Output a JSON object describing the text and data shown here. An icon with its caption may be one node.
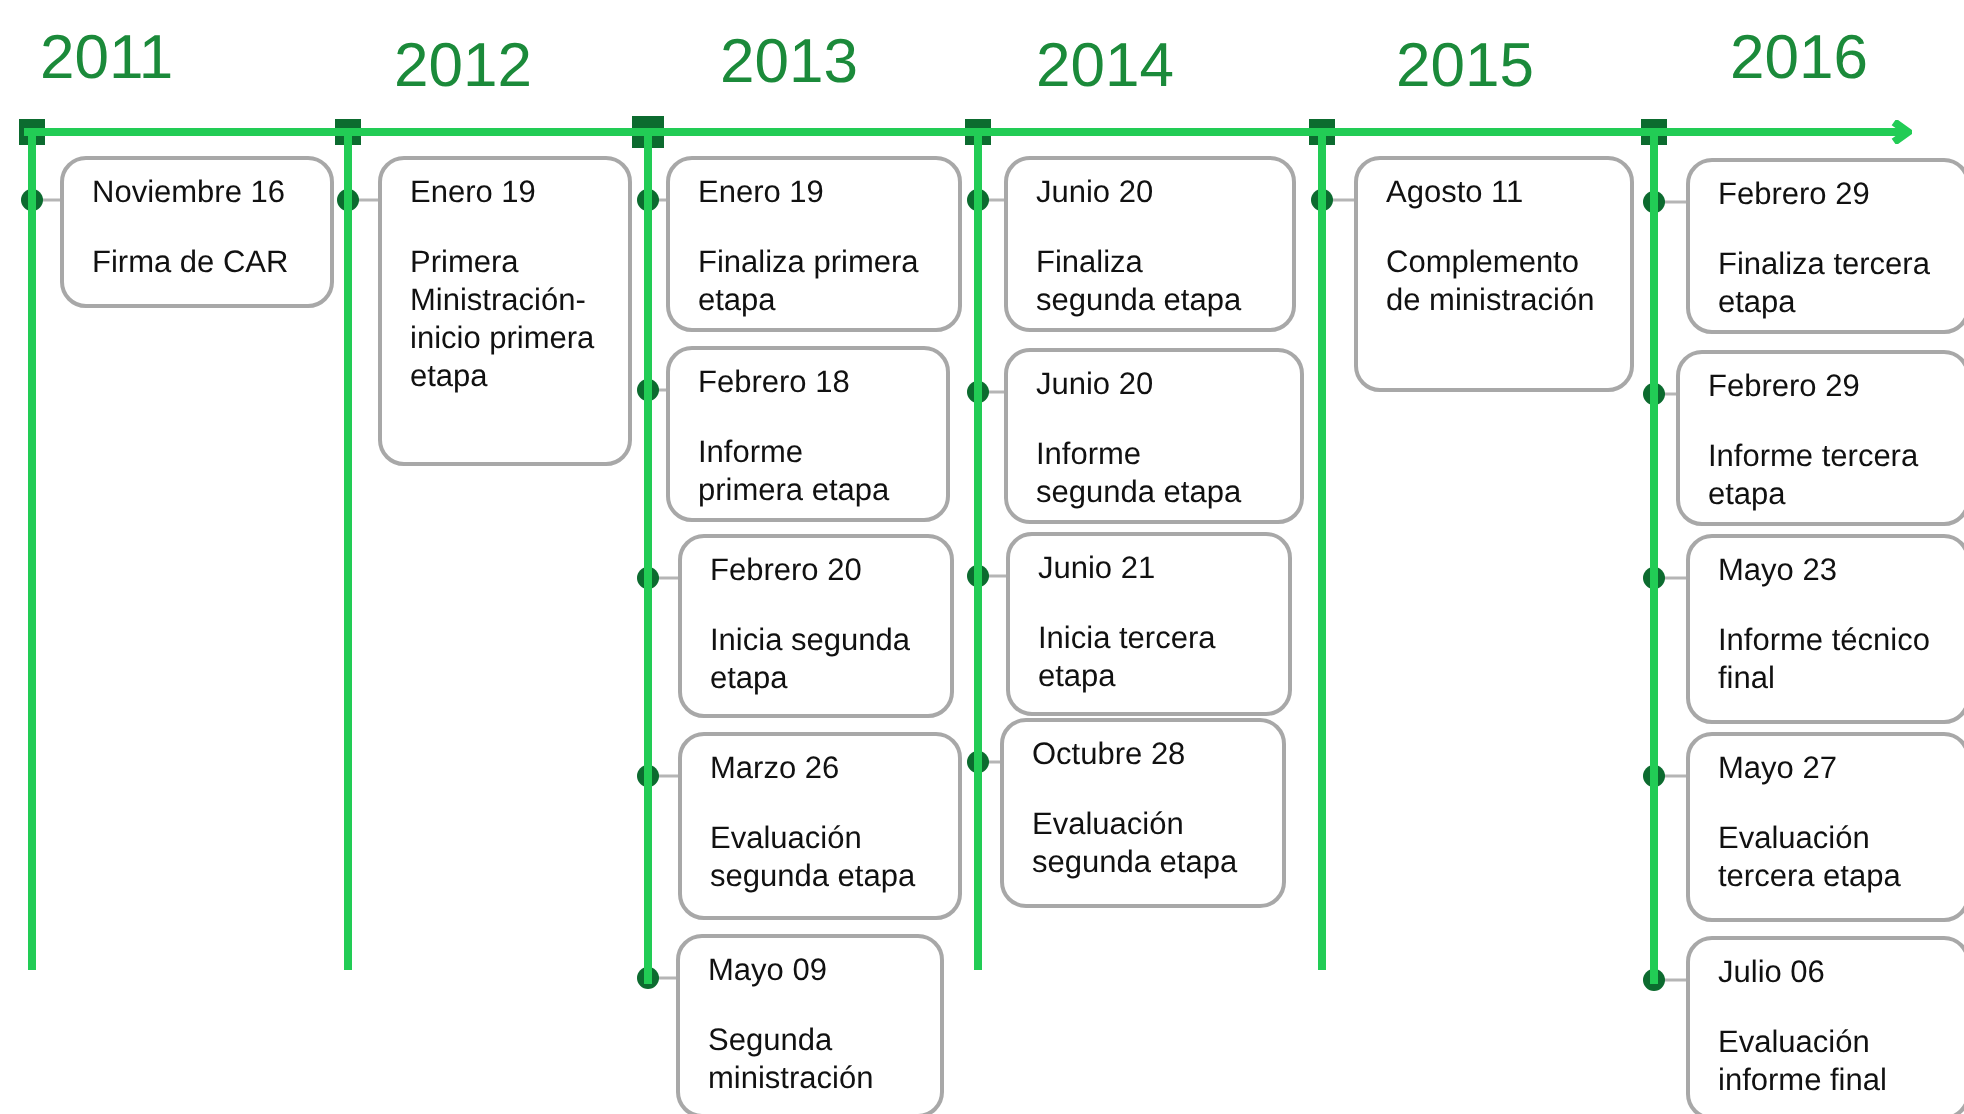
{
  "diagram": {
    "nodes": [
      {
        "text": [],
        "shape": "bar"
      },
      {
        "text": [],
        "shape": "bar"
      },
      {
        "text": [],
        "shape": "bar"
      },
      {
        "text": [],
        "shape": "bar"
      },
      {
        "text": [],
        "shape": "bar"
      },
      {
        "text": [],
        "shape": "bar"
      },
      {
        "text": [
          "Noviembre 16",
          "Firma de CAR"
        ]
      },
      {
        "text": [
          "Enero 19",
          "Primera Ministración- inicio primera etapa"
        ]
      },
      {
        "text": [
          "Enero 19",
          "Finaliza primera etapa"
        ]
      },
      {
        "text": [
          "Febrero 18",
          "Informe primera etapa"
        ]
      },
      {
        "text": [
          "Febrero 20",
          "Inicia segunda etapa"
        ]
      },
      {
        "text": [
          "Marzo 26",
          "Evaluación segunda etapa"
        ]
      },
      {
        "text": [
          "Mayo 09",
          "Segunda ministración"
        ]
      },
      {
        "text": [
          "Junio 20",
          "Finaliza segunda etapa"
        ]
      },
      {
        "text": [
          "Junio 20",
          "Informe segunda etapa"
        ]
      },
      {
        "text": [
          "Junio 21",
          "Inicia tercera etapa"
        ]
      },
      {
        "text": [
          "Octubre 28",
          "Evaluación segunda etapa"
        ]
      },
      {
        "text": [
          "Agosto 11",
          "Complemento de ministración"
        ]
      },
      {
        "text": [
          "Febrero 29",
          "Finaliza tercera etapa"
        ]
      },
      {
        "text": [
          "Febrero 29",
          "Informe tercera etapa"
        ]
      },
      {
        "text": [
          "Mayo 23",
          "Informe técnico final"
        ]
      },
      {
        "text": [
          "Mayo 27",
          "Evaluación tercera etapa"
        ]
      },
      {
        "text": [
          "Julio 06",
          "Evaluación informe final"
        ]
      },
      {
        "text": [],
        "shape": "arrow"
      }
    ],
    "edges": [
      {
        "from": 0,
        "to": 6,
        "arrow": "other"
      },
      {
        "from": 1,
        "to": 7,
        "arrow": "other"
      },
      {
        "from": 2,
        "to": 8,
        "arrow": "other"
      },
      {
        "from": 2,
        "to": 9,
        "arrow": "other"
      },
      {
        "from": 2,
        "to": 10,
        "arrow": "other"
      },
      {
        "from": 2,
        "to": 11,
        "arrow": "other"
      },
      {
        "from": 2,
        "to": 12,
        "arrow": "other"
      },
      {
        "from": 3,
        "to": 13,
        "arrow": "other"
      },
      {
        "from": 3,
        "to": 14,
        "arrow": "other"
      },
      {
        "from": 3,
        "to": 15,
        "arrow": "other"
      },
      {
        "from": 3,
        "to": 16,
        "arrow": "other"
      },
      {
        "from": 4,
        "to": 17,
        "arrow": "other"
      },
      {
        "from": 5,
        "to": 18,
        "arrow": "other"
      },
      {
        "from": 5,
        "to": 19,
        "arrow": "other"
      },
      {
        "from": 5,
        "to": 20,
        "arrow": "other"
      },
      {
        "from": 5,
        "to": 21,
        "arrow": "other"
      },
      {
        "from": 5,
        "to": 22,
        "arrow": "other"
      },
      {
        "from": 23,
        "to": 0,
        "arrow": "none",
        "style": "thick",
        "color": "#22cc55"
      },
      {
        "from": 23,
        "to": 1,
        "arrow": "none",
        "style": "thick",
        "color": "#22cc55"
      },
      {
        "from": 23,
        "to": 2,
        "arrow": "none",
        "style": "thick",
        "color": "#22cc55"
      },
      {
        "from": 23,
        "to": 3,
        "arrow": "none",
        "style": "thick",
        "color": "#22cc55"
      },
      {
        "from": 23,
        "to": 4,
        "arrow": "none",
        "style": "thick",
        "color": "#22cc55"
      },
      {
        "from": 23,
        "to": 5,
        "arrow": "none",
        "style": "thick",
        "color": "#22cc55"
      }
    ],
    "labels": [
      "2011",
      "2012",
      "2013",
      "2014",
      "2015",
      "2016"
    ]
  }
}
